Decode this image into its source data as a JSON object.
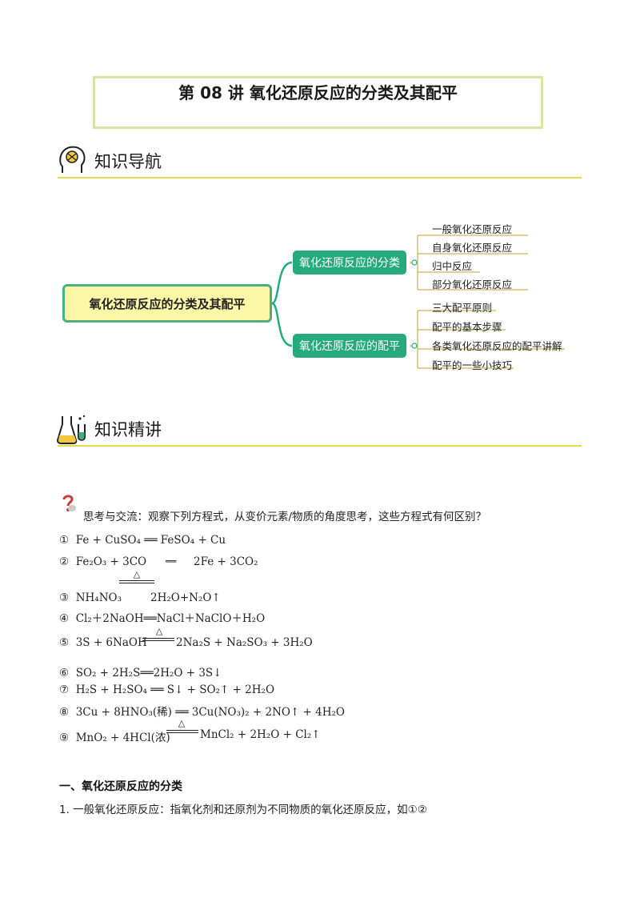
{
  "title": "第 08 讲  氧化还原反应的分类及其配平",
  "sections": {
    "nav": "知识导航",
    "lecture": "知识精讲"
  },
  "mindmap": {
    "root": "氧化还原反应的分类及其配平",
    "branches": [
      {
        "label": "氧化还原反应的分类",
        "leaves": [
          "一般氧化还原反应",
          "自身氧化还原反应",
          "归中反应",
          "部分氧化还原反应"
        ]
      },
      {
        "label": "氧化还原反应的配平",
        "leaves": [
          "三大配平原则",
          "配平的基本步骤",
          "各类氧化还原反应的配平讲解",
          "配平的一些小技巧"
        ]
      }
    ]
  },
  "think": {
    "prompt": "思考与交流：观察下列方程式，从变价元素/物质的角度思考，这些方程式有何区别？"
  },
  "equations": [
    {
      "num": "①",
      "text": "Fe  +  CuSO₄ ══ FeSO₄ + Cu"
    },
    {
      "num": "②",
      "lhs": "Fe₂O₃ +  3CO",
      "rhs": "2Fe  +  3CO₂",
      "cond": "══"
    },
    {
      "num": "③",
      "lhs": "NH₄NO₃",
      "rhs": "2H₂O+N₂O↑",
      "cond": "△"
    },
    {
      "num": "④",
      "text": "Cl₂＋2NaOH══NaCl＋NaClO＋H₂O"
    },
    {
      "num": "⑤",
      "lhs": "3S  +  6NaOH",
      "rhs": "2Na₂S  +  Na₂SO₃ +  3H₂O",
      "cond": "△"
    },
    {
      "num": "⑥",
      "text": "SO₂ +  2H₂S══2H₂O  +  3S↓"
    },
    {
      "num": "⑦",
      "text": "H₂S + H₂SO₄ ══  S↓ + SO₂↑ + 2H₂O"
    },
    {
      "num": "⑧",
      "text": "3Cu  + 8HNO₃(稀)  ══  3Cu(NO₃)₂  + 2NO↑  + 4H₂O"
    },
    {
      "num": "⑨",
      "lhs": "MnO₂  +  4HCl(浓)",
      "rhs": "MnCl₂  +  2H₂O  +  Cl₂↑",
      "cond": "△"
    }
  ],
  "part1": {
    "heading": "一、氧化还原反应的分类",
    "item1": "1. 一般氧化还原反应：指氧化剂和还原剂为不同物质的氧化还原反应，如①②"
  },
  "colors": {
    "title_border": "#d4e6a6",
    "section_line": "#e8d84a",
    "branch_fill": "#26a97d",
    "root_fill": "#fbf7a7",
    "root_border": "#4caf7f"
  },
  "icons": [
    "brain-head-icon",
    "lab-flask-icon",
    "question-mark-icon"
  ]
}
